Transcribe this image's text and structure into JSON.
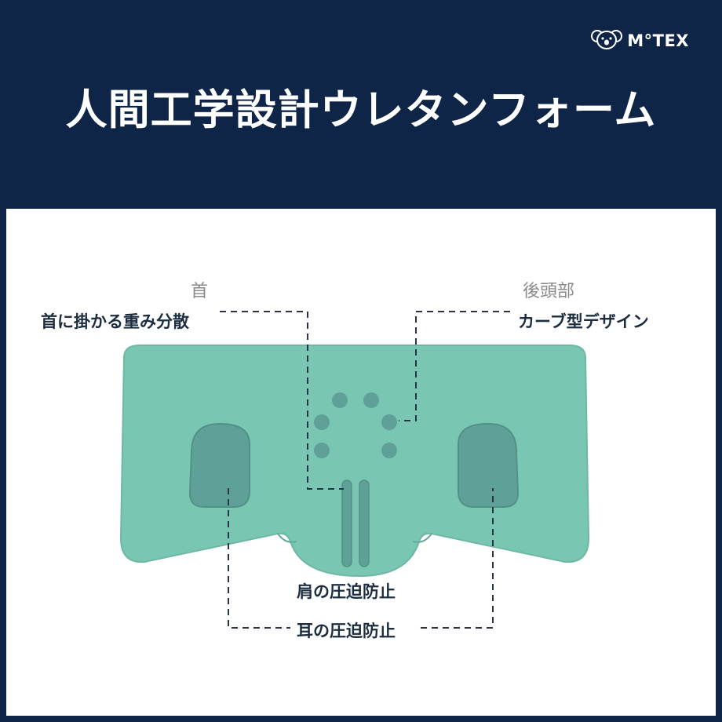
{
  "brand": {
    "name": "M°TEX",
    "icon": "koala-icon"
  },
  "title": "人間工学設計ウレタンフォーム",
  "colors": {
    "header_bg": "#0e2547",
    "panel_bg": "#ffffff",
    "foam": "#79c7b3",
    "foam_dark": "#5d9f94",
    "foam_edge": "#67b09f",
    "leader_line": "#2a3346"
  },
  "callouts": {
    "neck_part": "首",
    "neck_desc": "首に掛かる重み分散",
    "head_part": "後頭部",
    "head_desc": "カーブ型デザイン",
    "shoulder_desc": "肩の圧迫防止",
    "ear_desc": "耳の圧迫防止"
  }
}
